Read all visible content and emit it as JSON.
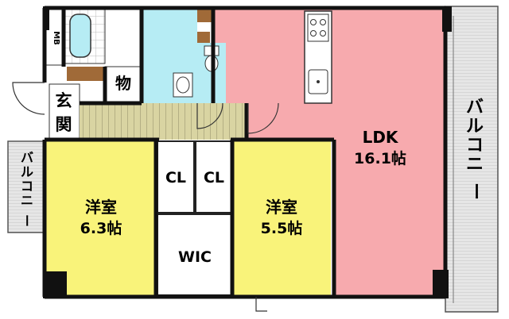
{
  "rooms": {
    "ldk": {
      "name": "LDK",
      "size": "16.1帖"
    },
    "western_left": {
      "name": "洋室",
      "size": "6.3帖"
    },
    "western_right": {
      "name": "洋室",
      "size": "5.5帖"
    },
    "closet_left": "CL",
    "closet_right": "CL",
    "walk_in_closet": "WIC",
    "entrance": [
      "玄",
      "関"
    ],
    "storage": "物",
    "meter_box": "MB"
  },
  "balconies": {
    "left": [
      "バ",
      "ル",
      "コ",
      "ニ",
      "ー"
    ],
    "right": [
      "バ",
      "ル",
      "コ",
      "ニ",
      "ー"
    ]
  },
  "colors": {
    "ldk": "#f7aaae",
    "western": "#f9f37a",
    "water": "#b6ecf4",
    "floor_wood": "#d6d1a0",
    "balcony": "#e2e2e2",
    "wall": "#111111",
    "brown_accent": "#a06a38"
  }
}
